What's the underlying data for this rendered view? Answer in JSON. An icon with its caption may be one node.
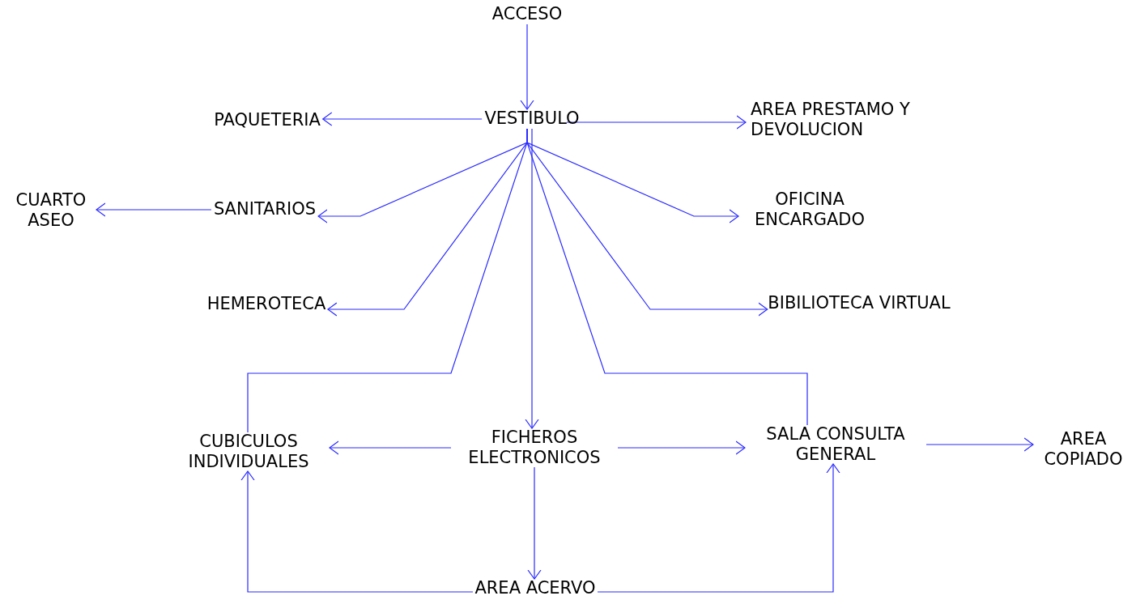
{
  "diagram": {
    "nodes": [
      {
        "text": [
          "ACCESO"
        ]
      },
      {
        "text": [
          "VESTIBULO"
        ]
      },
      {
        "text": [
          "PAQUETERIA"
        ]
      },
      {
        "text": [
          "AREA PRESTAMO Y DEVOLUCION"
        ]
      },
      {
        "text": [
          "CUARTO ASEO"
        ]
      },
      {
        "text": [
          "SANITARIOS"
        ]
      },
      {
        "text": [
          "OFICINA ENCARGADO"
        ]
      },
      {
        "text": [
          "HEMEROTECA"
        ]
      },
      {
        "text": [
          "BIBILIOTECA VIRTUAL"
        ]
      },
      {
        "text": [
          "CUBICULOS INDIVIDUALES"
        ]
      },
      {
        "text": [
          "FICHEROS ELECTRONICOS"
        ]
      },
      {
        "text": [
          "SALA CONSULTA GENERAL"
        ]
      },
      {
        "text": [
          "AREA COPIADO"
        ]
      },
      {
        "text": [
          "AREA ACERVO"
        ]
      }
    ],
    "edges": [
      {
        "from": 0,
        "to": 1,
        "arrow": "to"
      },
      {
        "from": 1,
        "to": 2,
        "arrow": "to"
      },
      {
        "from": 1,
        "to": 3,
        "arrow": "to"
      },
      {
        "from": 5,
        "to": 4,
        "arrow": "to"
      },
      {
        "from": 1,
        "to": 5,
        "arrow": "to"
      },
      {
        "from": 1,
        "to": 6,
        "arrow": "to"
      },
      {
        "from": 1,
        "to": 7,
        "arrow": "to"
      },
      {
        "from": 1,
        "to": 8,
        "arrow": "to"
      },
      {
        "from": 1,
        "to": 9,
        "arrow": "none"
      },
      {
        "from": 1,
        "to": 10,
        "arrow": "to"
      },
      {
        "from": 1,
        "to": 11,
        "arrow": "none"
      },
      {
        "from": 10,
        "to": 9,
        "arrow": "to"
      },
      {
        "from": 10,
        "to": 11,
        "arrow": "to"
      },
      {
        "from": 11,
        "to": 12,
        "arrow": "to"
      },
      {
        "from": 10,
        "to": 13,
        "arrow": "to"
      },
      {
        "from": 13,
        "to": 9,
        "arrow": "to"
      },
      {
        "from": 13,
        "to": 11,
        "arrow": "to"
      }
    ]
  }
}
